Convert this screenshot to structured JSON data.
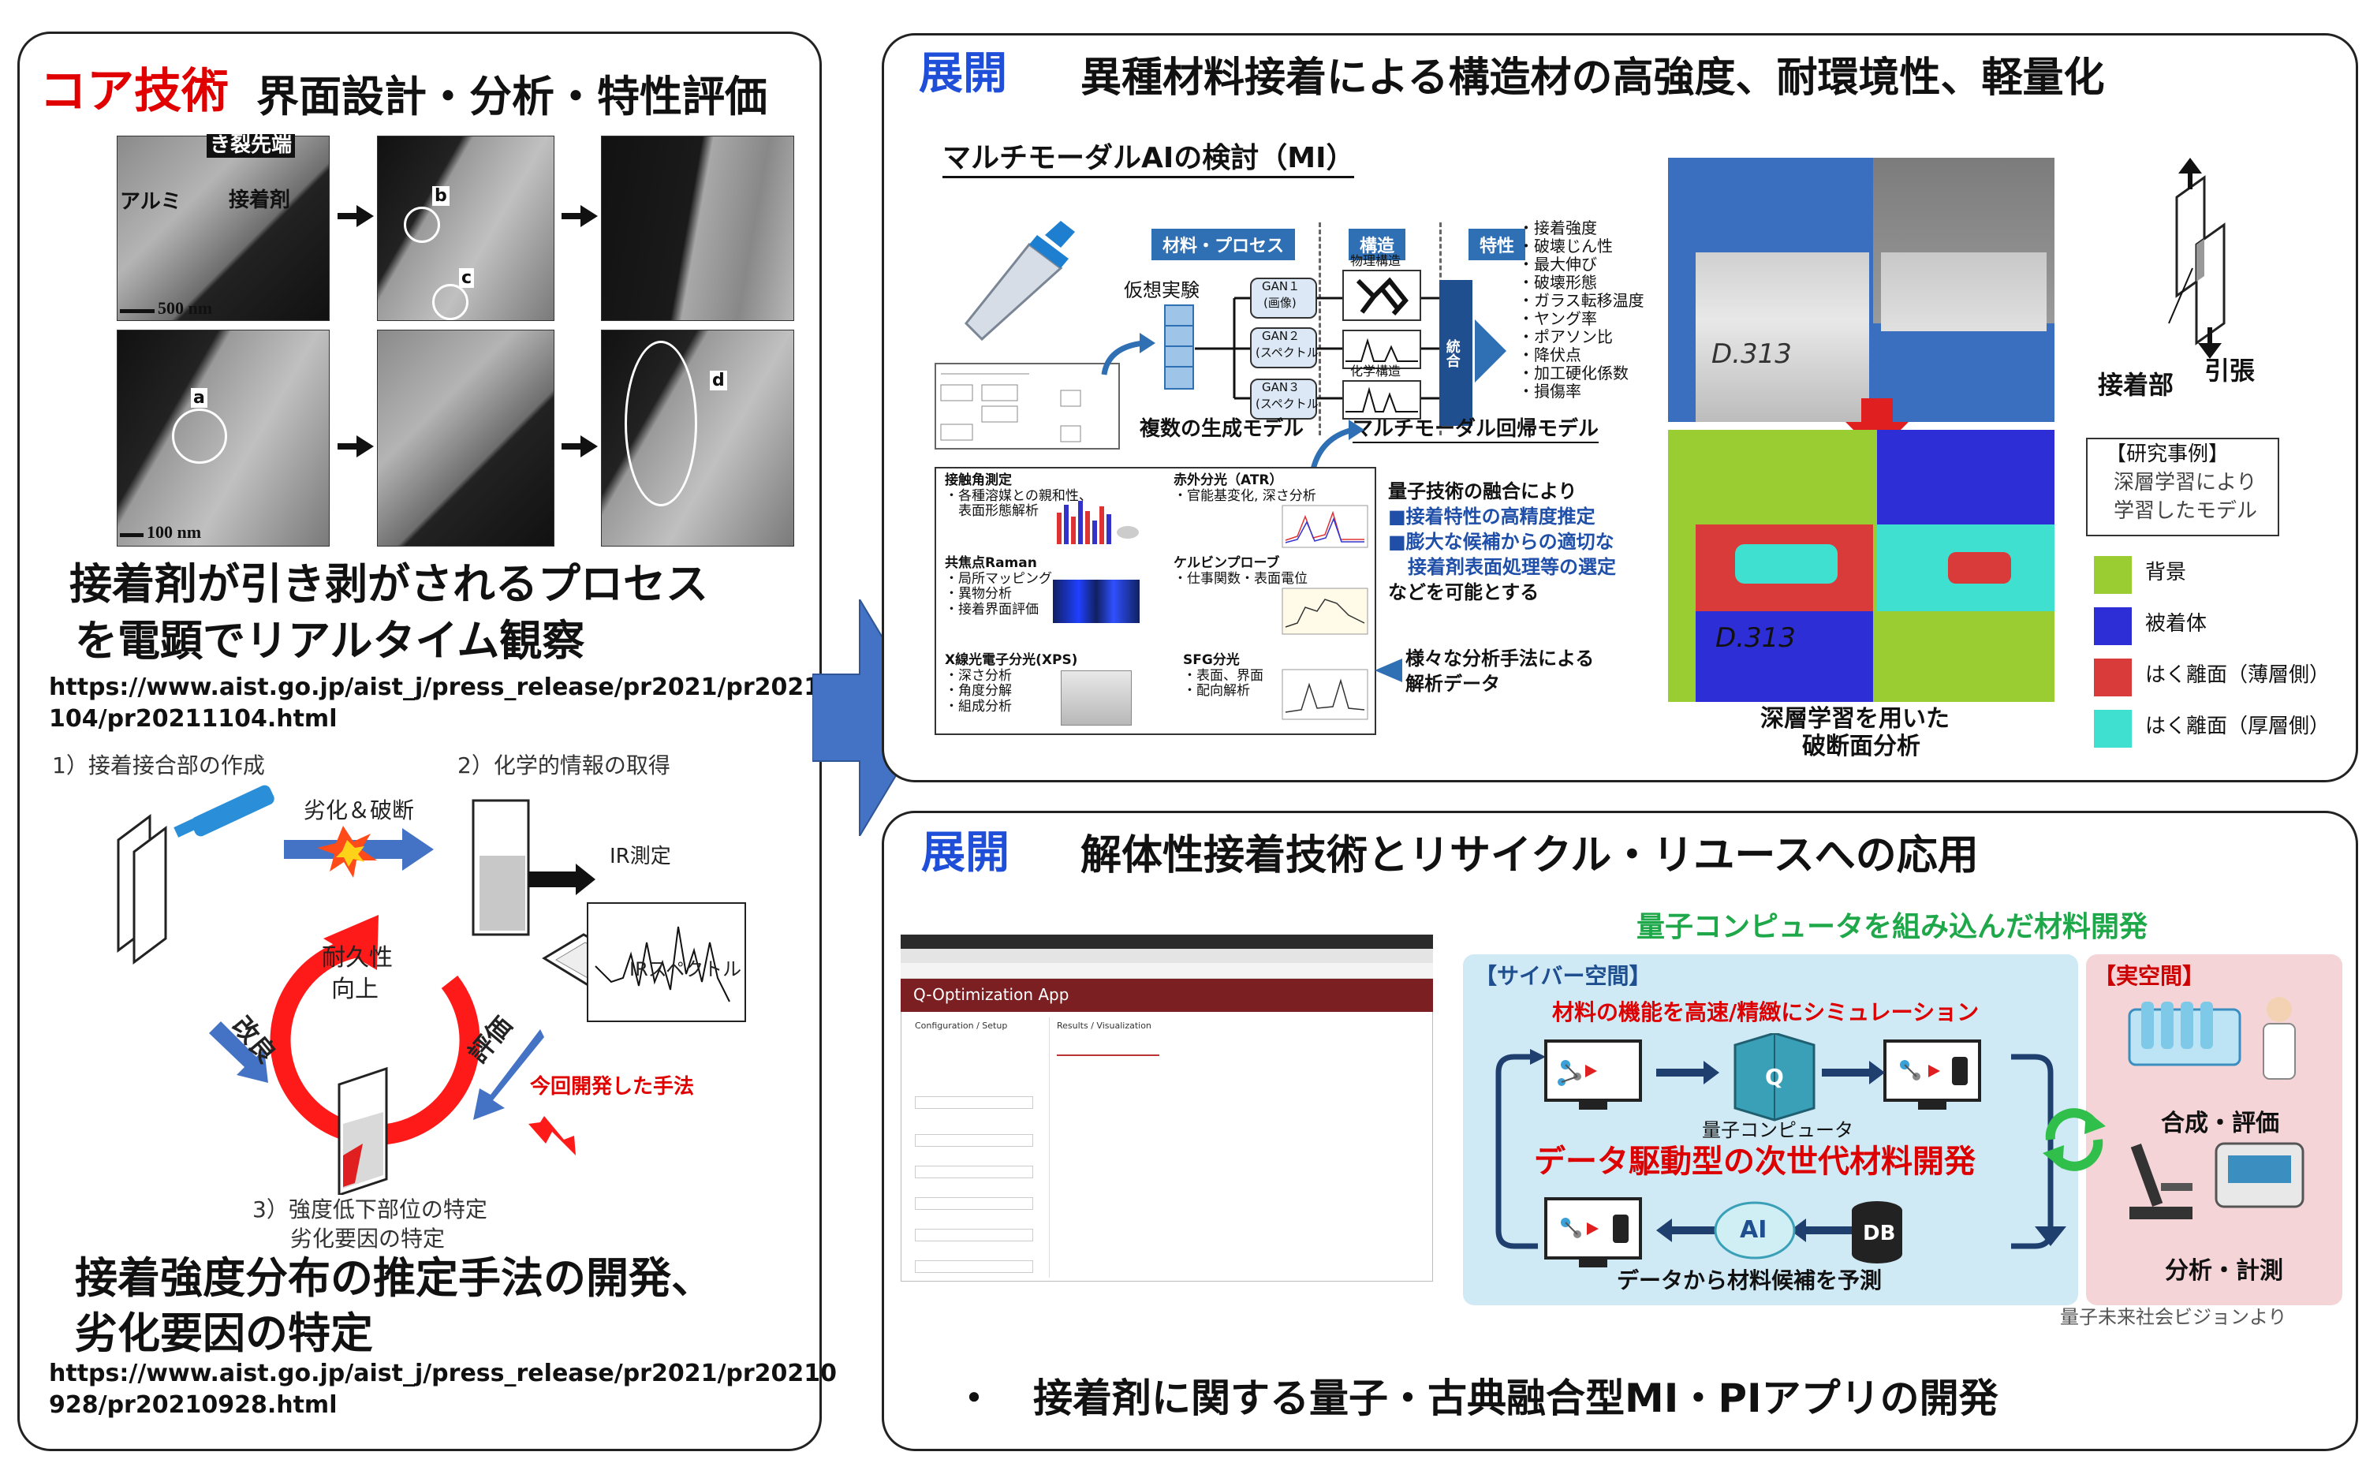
{
  "left_panel": {
    "core_label": "コア技術",
    "core_title": "界面設計・分析・特性評価",
    "tem": {
      "crack_tip": "き裂先端",
      "aluminum": "アルミ",
      "adhesive": "接着剤",
      "scale1": "500 nm",
      "scale2": "100 nm",
      "marks": [
        "b",
        "c",
        "a",
        "d"
      ]
    },
    "caption1_line1": "接着剤が引き剥がされるプロセス",
    "caption1_line2": "を電顕でリアルタイム観察",
    "url1_line1": "https://www.aist.go.jp/aist_j/press_release/pr2021/pr20211",
    "url1_line2": "104/pr20211104.html",
    "cycle": {
      "step1": "1）接着接合部の作成",
      "step2": "2）化学的情報の取得",
      "step3_line1": "3）強度低下部位の特定",
      "step3_line2": "劣化要因の特定",
      "degrade": "劣化＆破断",
      "ir_measure": "IR測定",
      "ir_spectrum": "IRスペクトル",
      "center_line1": "耐久性",
      "center_line2": "向上",
      "improve": "改良",
      "evaluate": "評価",
      "new_method": "今回開発した手法"
    },
    "caption2_line1": "接着強度分布の推定手法の開発、",
    "caption2_line2": "劣化要因の特定",
    "url2_line1": "https://www.aist.go.jp/aist_j/press_release/pr2021/pr20210",
    "url2_line2": "928/pr20210928.html"
  },
  "top_right": {
    "label": "展開",
    "title": "異種材料接着による構造材の高強度、耐環境性、軽量化",
    "mi_title": "マルチモーダルAIの検討（MI）",
    "material_process": "材料・プロセス",
    "structure": "構造",
    "property": "特性",
    "virtual_exp": "仮想実験",
    "gan1_line1": "GAN１",
    "gan1_line2": "(画像)",
    "gan2_line1": "GAN２",
    "gan2_line2": "(スペクトル",
    "gan3_line1": "GAN３",
    "gan3_line2": "(スペクトル",
    "physical_structure": "物理構造",
    "chemical_structure": "化学構造",
    "integrate": "統合",
    "multi_gen": "複数の生成モデル",
    "multi_reg": "マルチモーダル回帰モデル",
    "property_list": [
      "・接着強度",
      "・破壊じん性",
      "・最大伸び",
      "・破壊形態",
      "・ガラス転移温度",
      "・ヤング率",
      "・ポアソン比",
      "・降伏点",
      "・加工硬化係数",
      "・損傷率"
    ],
    "analysis": [
      {
        "title": "接触角測定",
        "items": [
          "・各種溶媒との親和性、",
          "　表面形態解析"
        ]
      },
      {
        "title": "赤外分光（ATR）",
        "items": [
          "・官能基変化, 深さ分析"
        ]
      },
      {
        "title": "共焦点Raman",
        "items": [
          "・局所マッピング",
          "・異物分析",
          "・接着界面評価"
        ]
      },
      {
        "title": "ケルビンプローブ",
        "items": [
          "・仕事関数・表面電位"
        ]
      },
      {
        "title": "X線光電子分光(XPS)",
        "items": [
          "・深さ分析",
          "・角度分解",
          "・組成分析"
        ]
      },
      {
        "title": "SFG分光",
        "items": [
          "・表面、界面",
          "・配向解析"
        ]
      }
    ],
    "quantum_title": "量子技術の融合により",
    "quantum_item1": "■接着特性の高精度推定",
    "quantum_item2_line1": "■膨大な候補からの適切な",
    "quantum_item2_line2": "接着剤表面処理等の選定",
    "quantum_tail": "などを可能とする",
    "analysis_data_line1": "様々な分析手法による",
    "analysis_data_line2": "解析データ",
    "sample_label": "D.313",
    "deep_caption_line1": "深層学習を用いた",
    "deep_caption_line2": "破断面分析",
    "adhesive_part": "接着部",
    "tension": "引張",
    "case_title": "【研究事例】",
    "case_line1": "深層学習により",
    "case_line2": "学習したモデル",
    "legend": [
      {
        "label": "背景",
        "color": "#9acd32"
      },
      {
        "label": "被着体",
        "color": "#2e2ed6"
      },
      {
        "label": "はく離面（薄層側）",
        "color": "#d93a3a"
      },
      {
        "label": "はく離面（厚層側）",
        "color": "#40e0d0"
      }
    ]
  },
  "bottom_right": {
    "label": "展開",
    "title": "解体性接着技術とリサイクル・リユースへの応用",
    "app": {
      "title": "Q-Optimization App",
      "config": "Configuration / Setup",
      "results": "Results / Visualization"
    },
    "qc_title": "量子コンピュータを組み込んだ材料開発",
    "cyber": "【サイバー空間】",
    "real": "【実空間】",
    "simulate": "材料の機能を高速/精緻にシミュレーション",
    "qcomputer": "量子コンピュータ",
    "data_driven": "データ駆動型の次世代材料開発",
    "predict": "データから材料候補を予測",
    "synth": "合成・評価",
    "measure": "分析・計測",
    "ai": "AI",
    "db": "DB",
    "q": "Q",
    "source": "量子未来社会ビジョンより",
    "bullet": "・　接着剤に関する量子・古典融合型MI・PIアプリの開発"
  }
}
